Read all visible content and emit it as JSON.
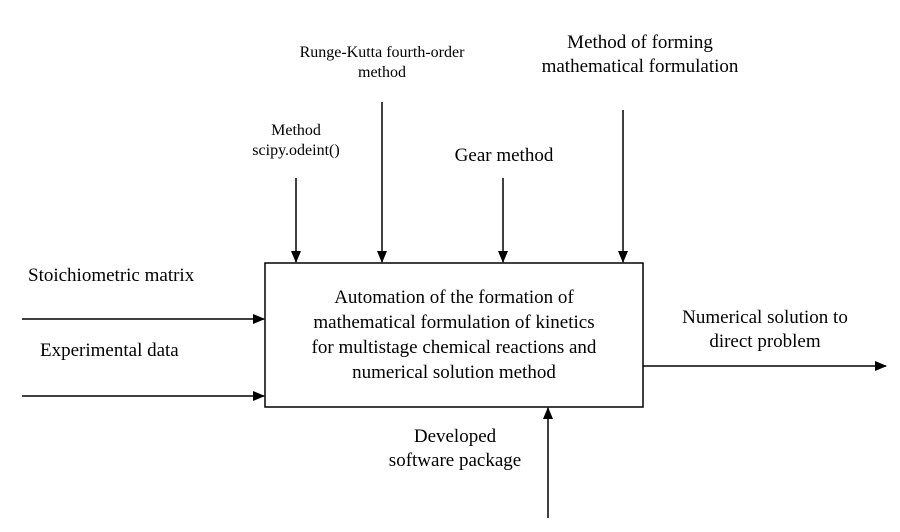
{
  "diagram": {
    "process_box": {
      "text": "Automation of the formation of\nmathematical formulation of kinetics\nfor multistage chemical reactions and\nnumerical solution method"
    },
    "controls": [
      {
        "id": "scipy",
        "text": "Method\nscipy.odeint()"
      },
      {
        "id": "runge-kutta",
        "text": "Runge-Kutta fourth-order\nmethod"
      },
      {
        "id": "gear",
        "text": "Gear method"
      },
      {
        "id": "formulation",
        "text": "Method of forming\nmathematical formulation"
      }
    ],
    "inputs": [
      {
        "id": "stoichiometric",
        "text": "Stoichiometric matrix"
      },
      {
        "id": "experimental",
        "text": "Experimental data"
      }
    ],
    "output": {
      "text": "Numerical solution to\ndirect problem"
    },
    "mechanism": {
      "text": "Developed\nsoftware package"
    },
    "colors": {
      "stroke": "#000000",
      "background": "#ffffff"
    }
  }
}
